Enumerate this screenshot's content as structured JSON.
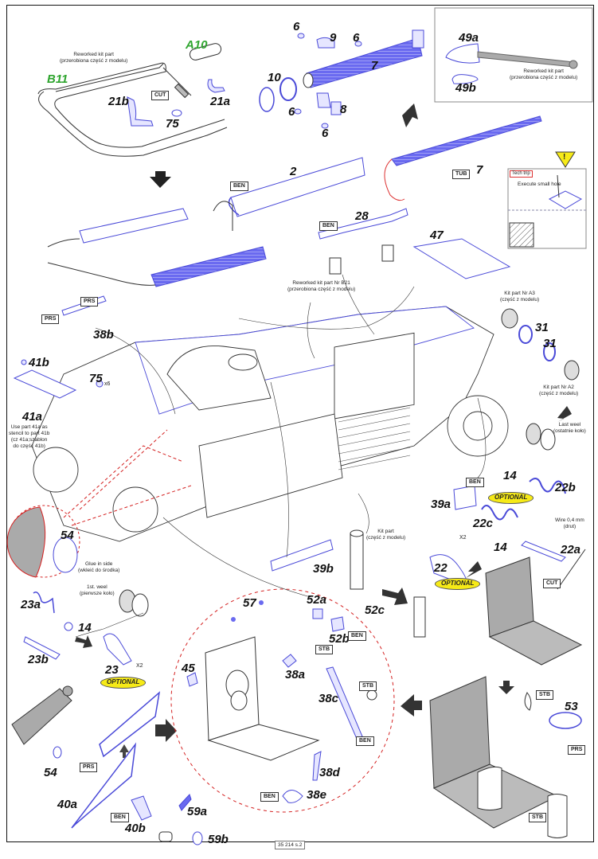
{
  "page": {
    "footer_code": "35 214 s.2"
  },
  "colors": {
    "part_outline": "#4a4ad8",
    "part_fill": "#6a6af0",
    "kit_gray": "#a8a8a8",
    "optional_bg": "#f6ea17",
    "green_label": "#2fa52f",
    "dash_red": "#d42020"
  },
  "top_left": {
    "note": [
      "Reworked kit part",
      "(przerobiona część z modelu)"
    ],
    "labels": {
      "b11": "B11",
      "a10": "A10",
      "p21b": "21b",
      "p21a": "21a",
      "p75": "75"
    },
    "cut_tag": "CUT"
  },
  "top_center": {
    "labels": {
      "p6a": "6",
      "p6b": "6",
      "p6c": "6",
      "p6d": "6",
      "p9": "9",
      "p7": "7",
      "p10": "10",
      "p8": "8"
    }
  },
  "shovel_inset": {
    "labels": {
      "p49a": "49a",
      "p49b": "49b"
    },
    "note": [
      "Reworked kit part",
      "(przerobiona część z modelu)"
    ]
  },
  "middle": {
    "labels": {
      "p2": "2",
      "p28": "28",
      "p7b": "7",
      "p47": "47"
    },
    "ben_tags": [
      "BEN",
      "BEN"
    ],
    "tub_tag": "TUB",
    "note_b21": [
      "Reworked kit part Nr B21",
      "(przerobiona część z modelu)"
    ]
  },
  "tech_tip": {
    "title": "Tech trip",
    "text": "Execute small hole",
    "warning_icon": "!"
  },
  "wheels_right": {
    "note_a3": [
      "Kit part Nr A3",
      "(część z modelu)"
    ],
    "note_a2": [
      "Kit part Nr A2",
      "(część z modelu)"
    ],
    "labels": {
      "p31a": "31",
      "p31b": "31"
    },
    "last_wheel": [
      "Last weel",
      "(ostatnie koło)"
    ]
  },
  "left_side": {
    "prs_tags": [
      "PRS",
      "PRS"
    ],
    "labels": {
      "p38b": "38b",
      "p41b": "41b",
      "p41a": "41a",
      "p75": "75",
      "p54": "54"
    },
    "x6": "x6",
    "note_41": [
      "Use part 41a as",
      "stencil to part 41b",
      "(cz 41a;szablon",
      "do część 41b)"
    ],
    "glue_note": [
      "Glue in side",
      "(wkleić do środka)"
    ],
    "first_wheel": [
      "1st. weel",
      "(pierwsze koło)"
    ]
  },
  "right_mid": {
    "labels": {
      "p39a": "39a",
      "p14a": "14",
      "p14b": "14",
      "p22b": "22b",
      "p22c": "22c",
      "p22a": "22a",
      "p22": "22",
      "p39b": "39b",
      "p52c": "52c"
    },
    "ben_tag": "BEN",
    "optional": [
      "OPTIONAL",
      "OPTIONAL"
    ],
    "wire_note": [
      "Wire 0,4 mm",
      "(drut)"
    ],
    "x2": "X2",
    "kit_part": [
      "Kit part",
      "(część z modelu)"
    ],
    "cut_tag": "CUT"
  },
  "lower_left": {
    "labels": {
      "p23a": "23a",
      "p14": "14",
      "p23b": "23b",
      "p23": "23",
      "p54": "54",
      "p40a": "40a",
      "p40b": "40b",
      "p59a": "59a",
      "p59b": "59b"
    },
    "x2": "X2",
    "optional": "OPTIONAL",
    "prs_tag": "PRS",
    "ben_tag": "BEN"
  },
  "detail_circle": {
    "labels": {
      "p57": "57",
      "p52a": "52a",
      "p52b": "52b",
      "p45": "45",
      "p38a": "38a",
      "p38c": "38c",
      "p38d": "38d",
      "p38e": "38e"
    },
    "tags": {
      "ben1": "BEN",
      "stb1": "STB",
      "stb2": "STB",
      "ben2": "BEN",
      "ben3": "BEN"
    }
  },
  "lower_right": {
    "labels": {
      "p53": "53"
    },
    "tags": {
      "stb1": "STB",
      "prs": "PRS",
      "stb2": "STB"
    }
  }
}
